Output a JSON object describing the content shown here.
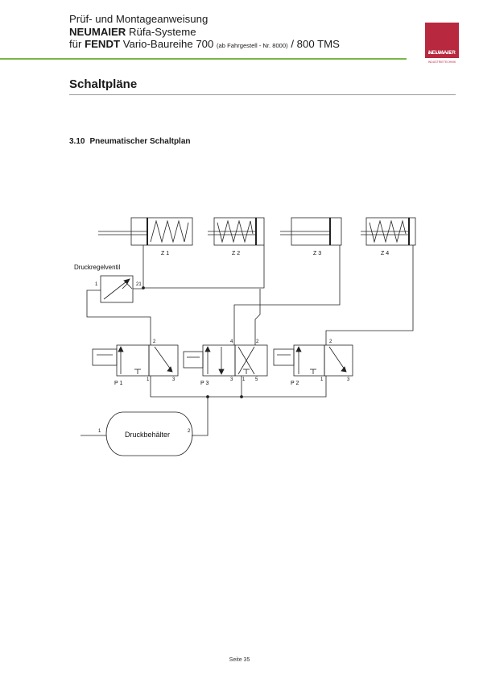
{
  "header": {
    "line1": "Prüf- und Montageanweisung",
    "line2_brand": "NEUMAIER",
    "line2_rest": " Rüfa-Systeme",
    "line3_prefix": "für ",
    "line3_brand": "FENDT",
    "line3_model": " Vario-Baureihe 700 ",
    "line3_small": "(ab Fahrgestell - Nr. 8000)",
    "line3_suffix": " / 800 TMS"
  },
  "logo": {
    "name": "NEUMAIER",
    "subtitle": "INDUSTRIETECHNIK"
  },
  "section": {
    "title": "Schaltpläne"
  },
  "subsection": {
    "number": "3.10",
    "title": "Pneumatischer Schaltplan"
  },
  "diagram": {
    "cylinders": [
      "Z 1",
      "Z 2",
      "Z 3",
      "Z 4"
    ],
    "pressure_regulator": {
      "label": "Druckregelventil",
      "port_in": "1",
      "port_out": "21"
    },
    "valves": [
      {
        "label": "P 1",
        "ports": [
          "2",
          "1",
          "3"
        ]
      },
      {
        "label": "P 3",
        "ports": [
          "4",
          "2",
          "3",
          "1",
          "5"
        ]
      },
      {
        "label": "P 2",
        "ports": [
          "2",
          "1",
          "3"
        ]
      }
    ],
    "tank": {
      "label": "Druckbehälter",
      "port_in": "1",
      "port_out": "2"
    }
  },
  "footer": {
    "page": "Seite 35"
  }
}
